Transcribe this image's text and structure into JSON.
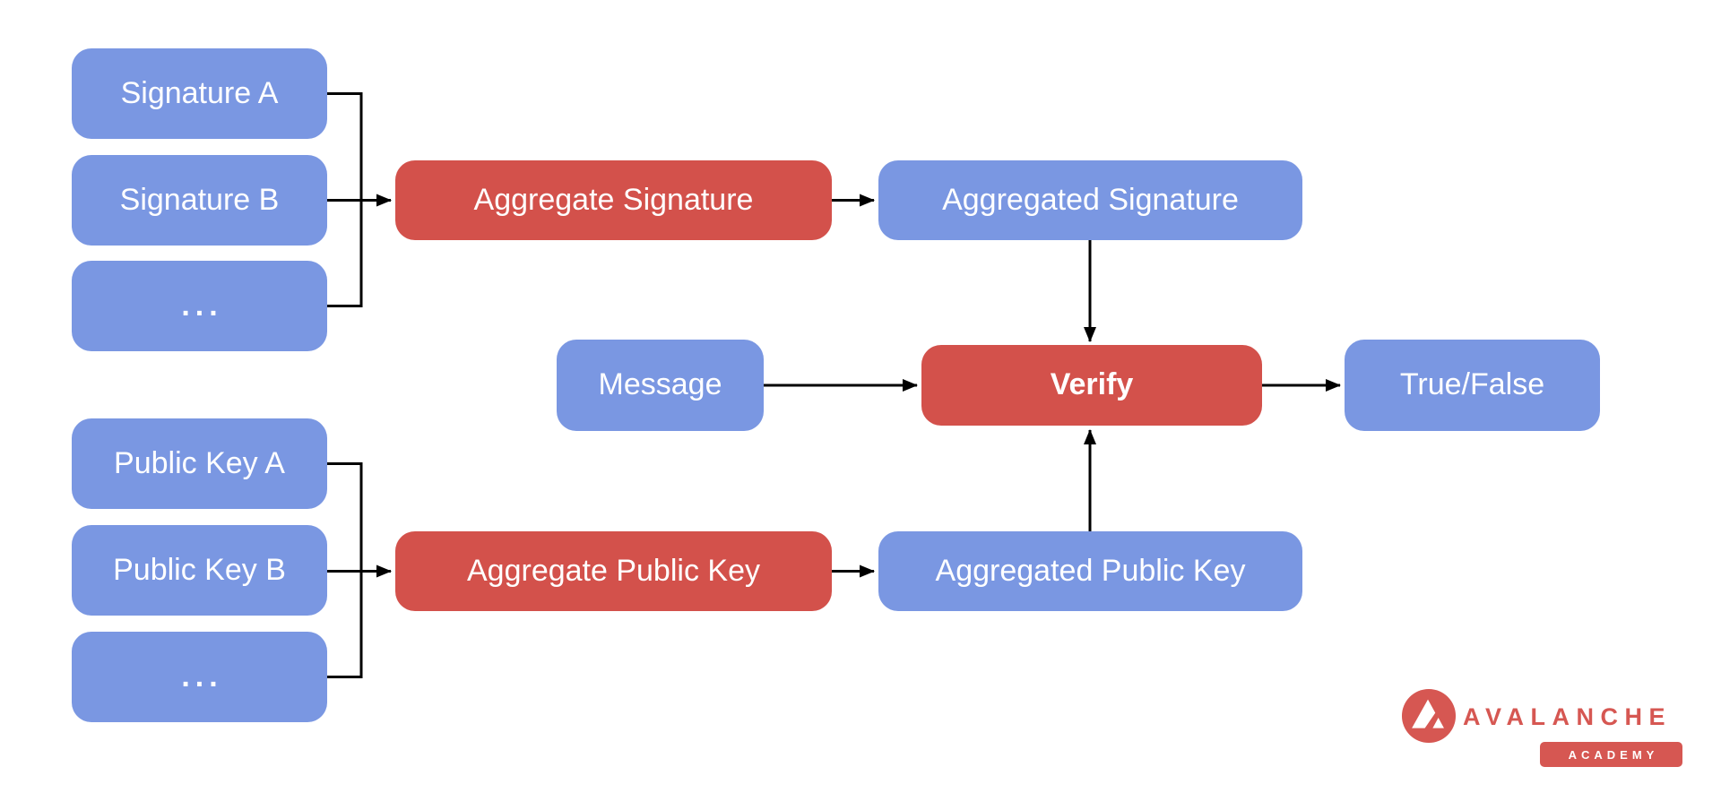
{
  "colors": {
    "canvas_bg": "#ffffff",
    "blue": "#7A97E2",
    "red": "#D3514B",
    "line": "#000000",
    "node_text": "#ffffff",
    "logo_red": "#D65752"
  },
  "diagram": {
    "signature_inputs": [
      {
        "label": "Signature A"
      },
      {
        "label": "Signature B"
      },
      {
        "label": "..."
      }
    ],
    "public_key_inputs": [
      {
        "label": "Public Key A"
      },
      {
        "label": "Public Key B"
      },
      {
        "label": "..."
      }
    ],
    "nodes": {
      "aggregate_signature": "Aggregate Signature",
      "aggregated_signature": "Aggregated Signature",
      "message": "Message",
      "verify": "Verify",
      "result": "True/False",
      "aggregate_public_key": "Aggregate Public Key",
      "aggregated_public_key": "Aggregated Public Key"
    }
  },
  "logo": {
    "brand": "AVALANCHE",
    "badge": "ACADEMY"
  }
}
